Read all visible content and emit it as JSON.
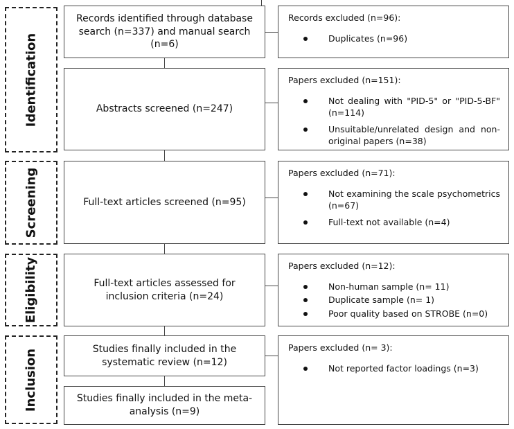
{
  "stages": {
    "identification": "Identification",
    "screening": "Screening",
    "eligibility": "Eligibility",
    "inclusion": "Inclusion"
  },
  "flow": {
    "records_identified": "Records identified through database search (n=337) and manual search (n=6)",
    "abstracts_screened": "Abstracts screened (n=247)",
    "fulltext_screened": "Full-text articles screened (n=95)",
    "fulltext_assessed": "Full-text articles assessed for inclusion criteria (n=24)",
    "systematic_review": "Studies finally included in the systematic review (n=12)",
    "meta_analysis": "Studies finally included in the meta-analysis (n=9)"
  },
  "exclusions": {
    "records": {
      "title": "Records excluded (n=96):",
      "items": [
        "Duplicates (n=96)"
      ]
    },
    "abstracts": {
      "title": "Papers excluded (n=151):",
      "items": [
        "Not dealing with \"PID-5\" or \"PID-5-BF\" (n=114)",
        "Unsuitable/unrelated design and non-original papers (n=38)"
      ]
    },
    "fulltext": {
      "title": "Papers excluded (n=71):",
      "items": [
        "Not examining the scale psychometrics (n=67)",
        "Full-text not available (n=4)"
      ]
    },
    "eligibility": {
      "title": "Papers excluded (n=12):",
      "items": [
        "Non-human sample (n= 11)",
        "Duplicate sample (n= 1)",
        "Poor quality based on STROBE (n=0)"
      ]
    },
    "inclusion": {
      "title": "Papers excluded (n= 3):",
      "items": [
        "Not reported factor loadings (n=3)"
      ]
    }
  }
}
